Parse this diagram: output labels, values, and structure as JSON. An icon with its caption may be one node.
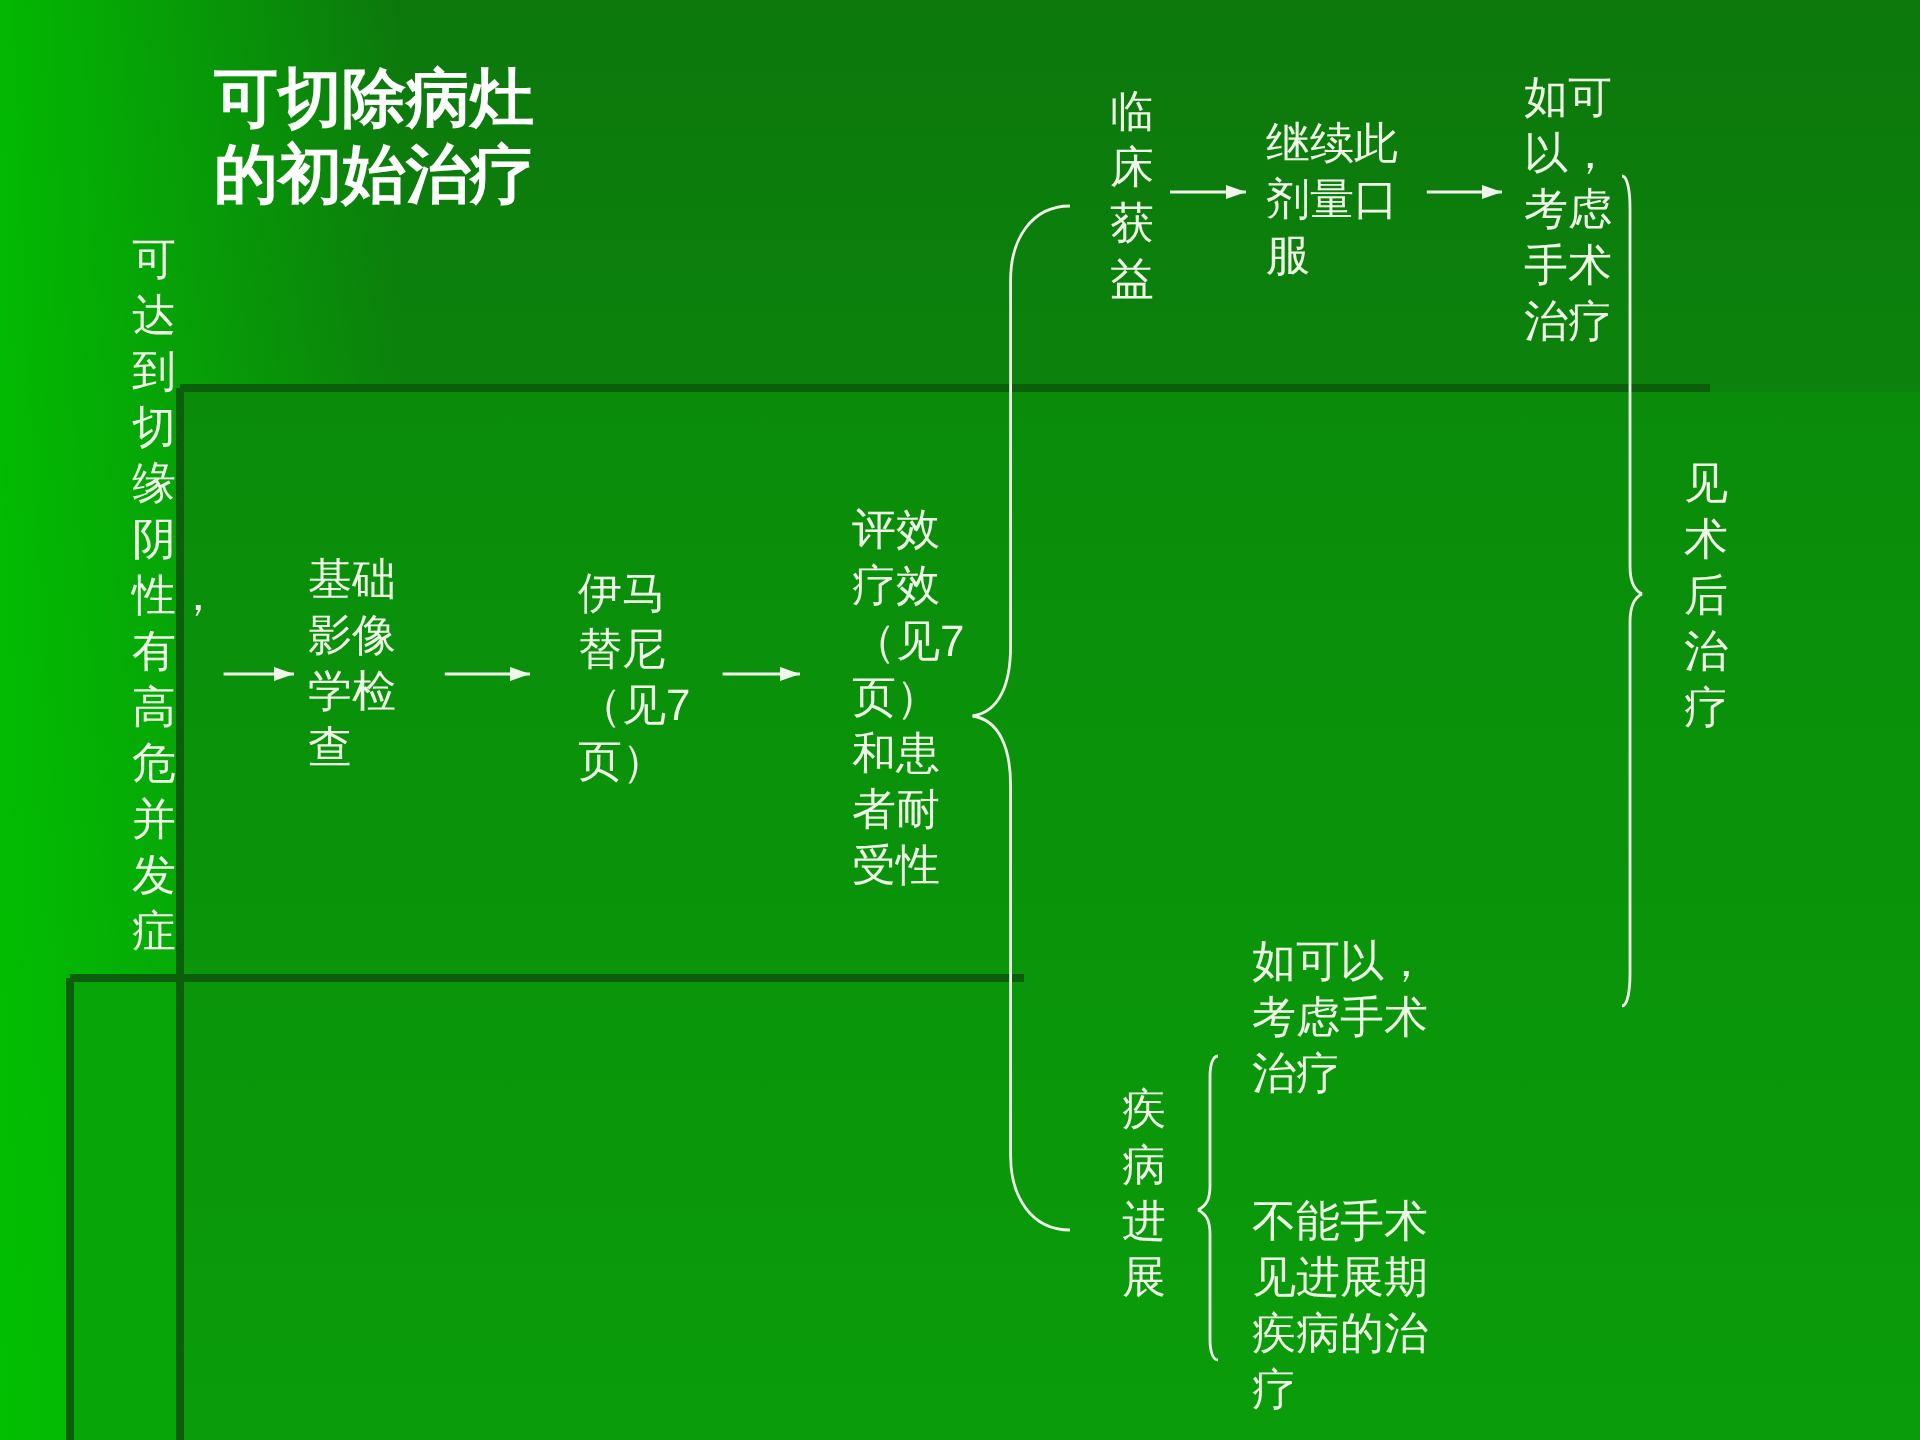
{
  "diagram": {
    "title": "可切除病灶的初始治疗",
    "nodes": [
      {
        "text": [
          "可达到切缘阴性，有高危并发症"
        ]
      },
      {
        "text": [
          "基础影像学检查"
        ]
      },
      {
        "text": [
          "伊马替尼（见7页）"
        ]
      },
      {
        "text": [
          "评效疗效（见7页）和患者耐受性"
        ]
      },
      {
        "text": [
          "临床获益"
        ]
      },
      {
        "text": [
          "继续此剂量口服"
        ]
      },
      {
        "text": [
          "如可以，考虑手术治疗"
        ]
      },
      {
        "text": [
          "见术后治疗"
        ]
      },
      {
        "text": [
          "疾病进展"
        ]
      },
      {
        "text": [
          "如可以，考虑手术治疗"
        ]
      },
      {
        "text": [
          "不能手术见进展期疾病的治疗"
        ]
      }
    ],
    "edges": [
      {
        "from": 0,
        "to": 1,
        "arrow": "to"
      },
      {
        "from": 1,
        "to": 2,
        "arrow": "to"
      },
      {
        "from": 2,
        "to": 3,
        "arrow": "to"
      },
      {
        "from": 3,
        "to": 4,
        "arrow": "none"
      },
      {
        "from": 3,
        "to": 8,
        "arrow": "none"
      },
      {
        "from": 4,
        "to": 5,
        "arrow": "to"
      },
      {
        "from": 5,
        "to": 6,
        "arrow": "to"
      },
      {
        "from": 6,
        "to": 7,
        "arrow": "none"
      },
      {
        "from": null,
        "to": 7,
        "arrow": "none"
      },
      {
        "from": 8,
        "to": 9,
        "arrow": "none"
      },
      {
        "from": 8,
        "to": 10,
        "arrow": "none"
      }
    ]
  }
}
